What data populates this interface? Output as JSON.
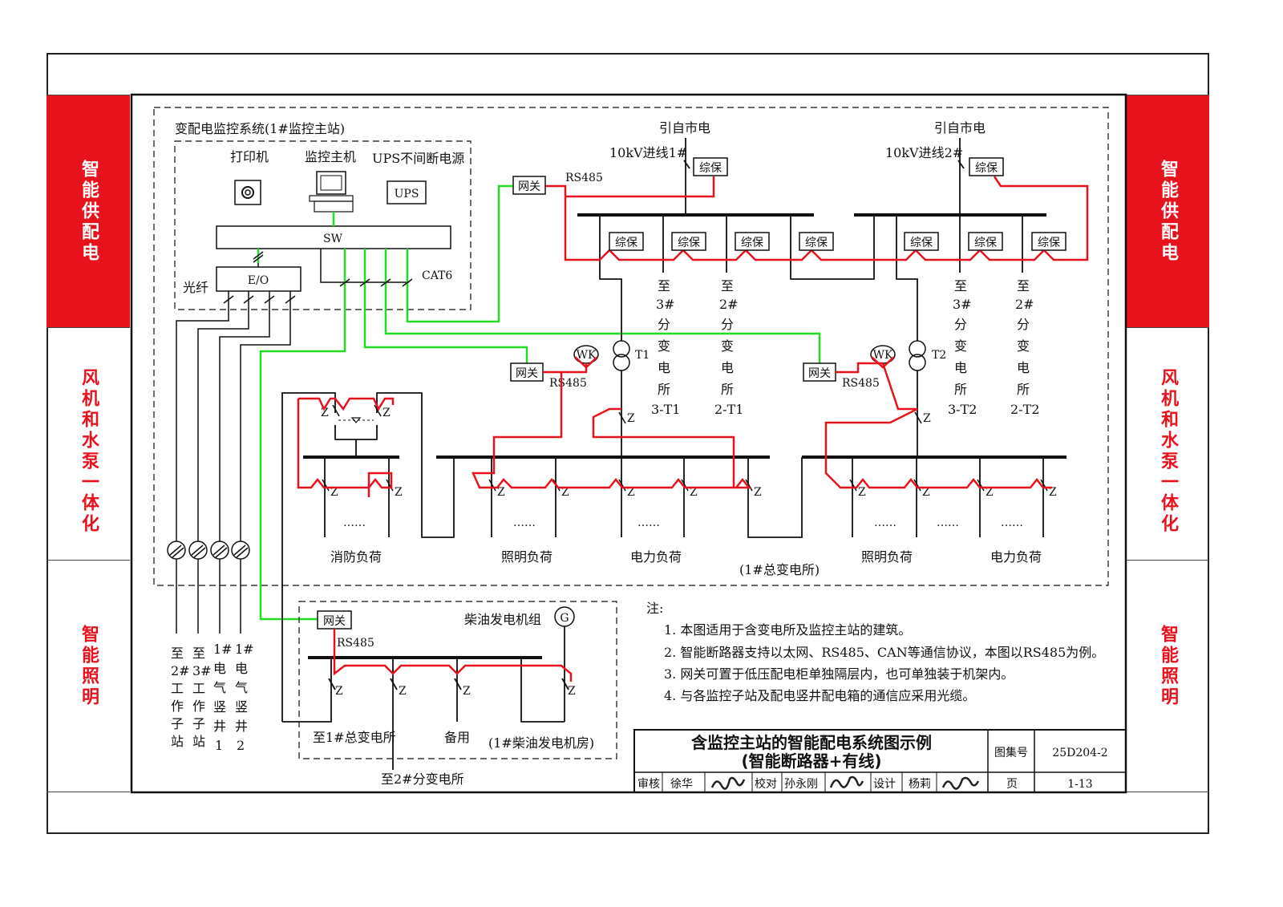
{
  "sidebar": {
    "section1": "智能供配电",
    "section2": "风机和水泵一体化",
    "section3": "智能照明"
  },
  "main_station": {
    "title": "变配电监控系统(1#监控主站)",
    "printer": "打印机",
    "host": "监控主机",
    "ups_label": "UPS不间断电源",
    "ups_box": "UPS",
    "sw": "SW",
    "eo": "E/O",
    "fiber": "光纤",
    "cat6": "CAT6"
  },
  "common": {
    "gateway": "网关",
    "rs485": "RS485",
    "protection": "综保",
    "wk": "WK",
    "z": "Z",
    "dots": "……"
  },
  "incoming": {
    "source1": "引自市电",
    "line1": "10kV进线1#",
    "source2": "引自市电",
    "line2": "10kV进线2#"
  },
  "transformers": {
    "t1": "T1",
    "t2": "T2"
  },
  "feeders": [
    "至3#分变电所3-T1",
    "至2#分变电所2-T1",
    "至3#分变电所3-T2",
    "至2#分变电所2-T2"
  ],
  "loads": {
    "fire": "消防负荷",
    "light1": "照明负荷",
    "power1": "电力负荷",
    "substation": "(1#总变电所)",
    "light2": "照明负荷",
    "power2": "电力负荷"
  },
  "fiber_dest": [
    "至2#工作子站",
    "至3#工作子站",
    "1#电气竖井1",
    "1#电气竖井2"
  ],
  "generator": {
    "title": "柴油发电机组",
    "g": "G",
    "to_main": "至1#总变电所",
    "spare": "备用",
    "room": "(1#柴油发电机房)",
    "to_sub2": "至2#分变电所"
  },
  "notes": {
    "heading": "注:",
    "items": [
      "1. 本图适用于含变电所及监控主站的建筑。",
      "2. 智能断路器支持以太网、RS485、CAN等通信协议，本图以RS485为例。",
      "3. 网关可置于低压配电柜单独隔层内，也可单独装于机架内。",
      "4. 与各监控子站及配电竖井配电箱的通信应采用光缆。"
    ]
  },
  "title_block": {
    "title": "含监控主站的智能配电系统图示例",
    "subtitle": "(智能断路器+有线)",
    "atlas_label": "图集号",
    "atlas_no": "25D204-2",
    "review_label": "审核",
    "reviewer": "徐华",
    "check_label": "校对",
    "checker": "孙永刚",
    "design_label": "设计",
    "designer": "杨莉",
    "page_label": "页",
    "page_no": "1-13"
  },
  "colors": {
    "red": "#e8121c",
    "green": "#22dd22",
    "black": "#111111"
  }
}
